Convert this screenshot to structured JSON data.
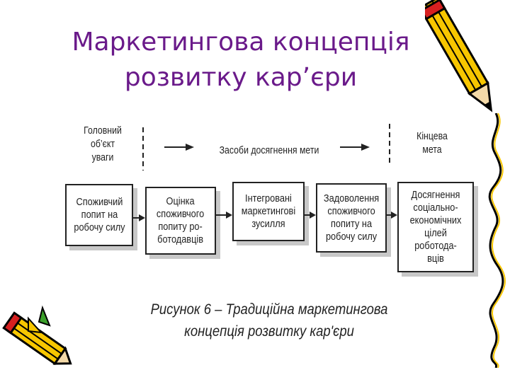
{
  "slide": {
    "title_line1": "Маркетингова концепція",
    "title_line2": "розвитку кар’єри"
  },
  "diagram": {
    "header_left": "Головний\nоб’єкт\nуваги",
    "header_middle": "Засоби досягнення мети",
    "header_right": "Кінцева\nмета",
    "boxes": [
      "Споживчий\nпопит на\nробочу силу",
      "Оцінка\nспоживчого\nпопиту ро-\nботодавців",
      "Інтегровані\nмаркетингові\nзусилля",
      "Задоволення\nспоживчого\nпопиту на\nробочу силу",
      "Досягнення\nсоціально-\nекономічних\nцілей роботода-\nвців"
    ],
    "caption_line1": "Рисунок 6 – Традиційна маркетингова",
    "caption_line2": "концепція розвитку кар'єри"
  },
  "decorations": {
    "top_right": "pencil-icon",
    "bottom_left": "pencil-icon",
    "right_edge": "squiggle-line",
    "pencil_colors": [
      "#f7c600",
      "#d62020",
      "#000000"
    ]
  }
}
